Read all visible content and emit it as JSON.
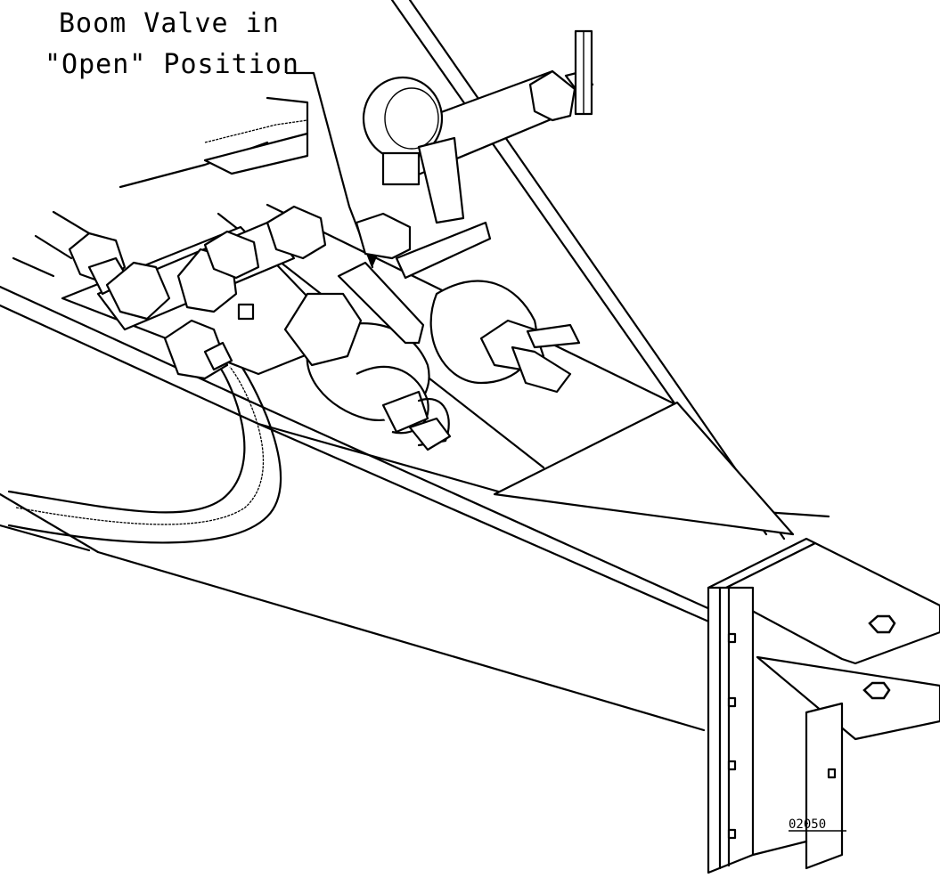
{
  "callout": {
    "line1": "Boom Valve in",
    "line2": "\"Open\" Position"
  },
  "part_number": "02050"
}
